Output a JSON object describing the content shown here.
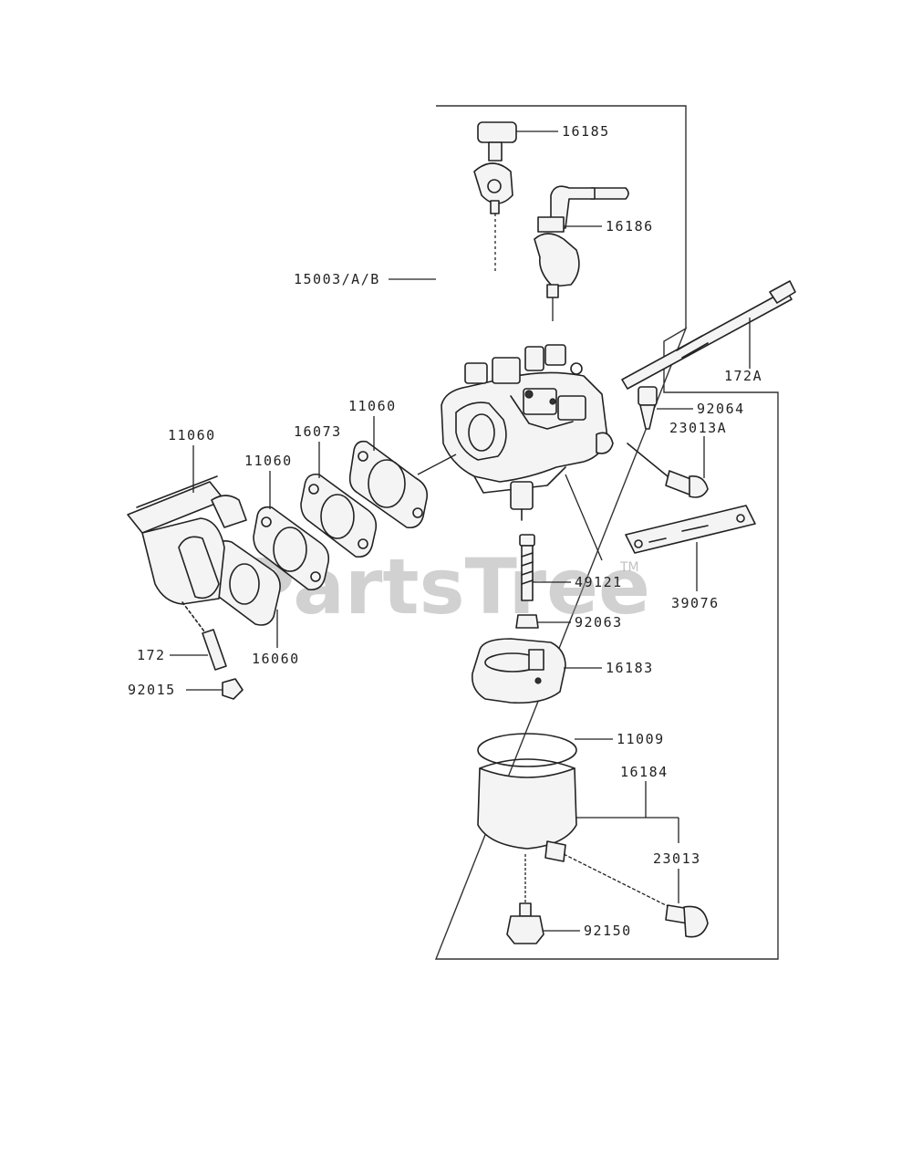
{
  "watermark": {
    "text": "PartsTree",
    "trademark": "TM"
  },
  "callouts": {
    "c16185": "16185",
    "c16186": "16186",
    "c15003": "15003/A/B",
    "c172A": "172A",
    "c92064": "92064",
    "c23013A": "23013A",
    "c11060_a": "11060",
    "c16073": "16073",
    "c11060_b": "11060",
    "c11060_c": "11060",
    "c39076": "39076",
    "c49121": "49121",
    "c92063": "92063",
    "c16183": "16183",
    "c172": "172",
    "c16060": "16060",
    "c92015": "92015",
    "c11009": "11009",
    "c16184": "16184",
    "c23013": "23013",
    "c92150": "92150"
  }
}
